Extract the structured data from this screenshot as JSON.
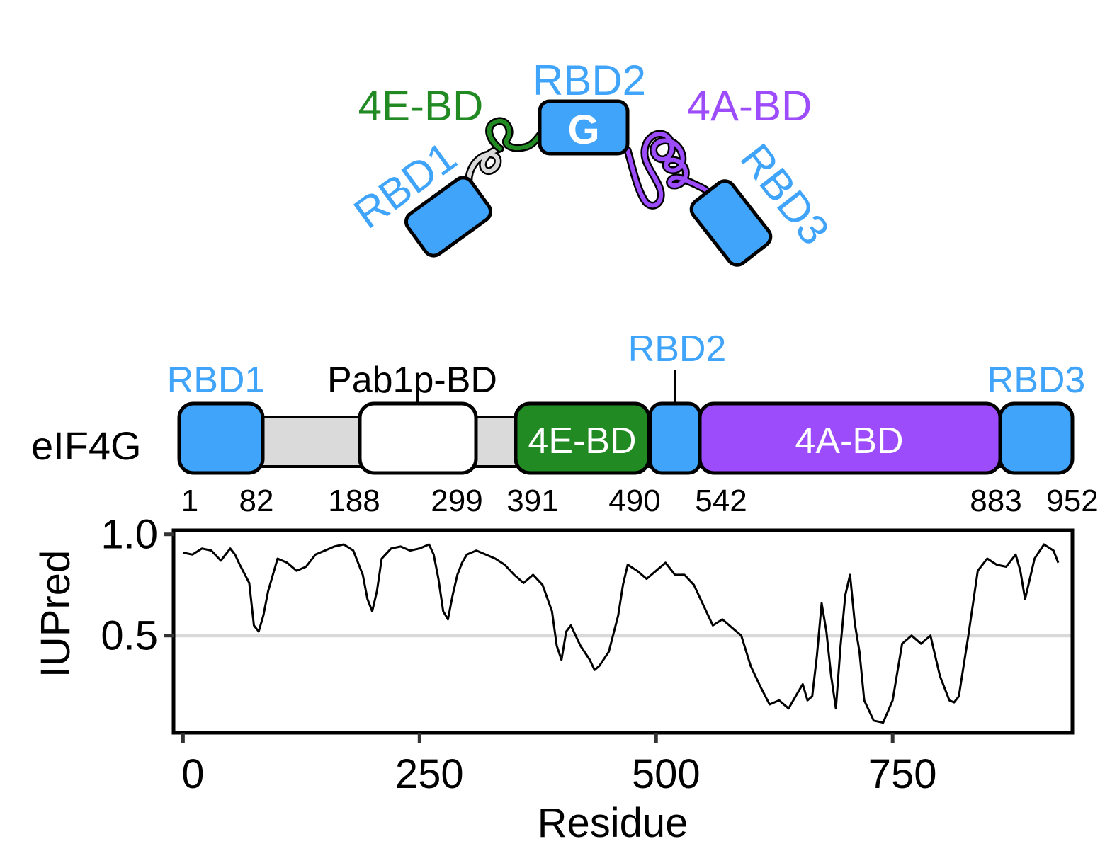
{
  "colors": {
    "rbd": "#3fa4fa",
    "eb": "#228a22",
    "ab": "#9c4cfb",
    "linker": "#dadada",
    "outline": "#000000",
    "white": "#ffffff"
  },
  "cartoon": {
    "rbd1": "RBD1",
    "rbd2": "RBD2",
    "rbd3": "RBD3",
    "g": "G",
    "eb": "4E-BD",
    "ab": "4A-BD"
  },
  "domain_map": {
    "protein": "eIF4G",
    "length": 952,
    "rbd1_label": "RBD1",
    "pab_label": "Pab1p-BD",
    "rbd2_label": "RBD2",
    "rbd3_label": "RBD3",
    "eb_label": "4E-BD",
    "ab_label": "4A-BD",
    "positions": [
      "1",
      "82",
      "188",
      "299",
      "391",
      "490",
      "542",
      "883",
      "952"
    ]
  },
  "chart_data": {
    "type": "line",
    "xlabel": "Residue",
    "ylabel": "IUPred",
    "xticks": [
      0,
      250,
      500,
      750
    ],
    "yticks": [
      0.5,
      1.0
    ],
    "ytick_labels": [
      "0.5",
      "1.0"
    ],
    "xlim": [
      -10,
      940
    ],
    "ylim": [
      0.02,
      1.02
    ],
    "reference_line": 0.5,
    "series": [
      {
        "x": [
          0,
          10,
          20,
          30,
          40,
          50,
          55,
          60,
          70,
          75,
          80,
          85,
          90,
          100,
          110,
          120,
          130,
          140,
          150,
          160,
          170,
          180,
          190,
          195,
          200,
          205,
          210,
          220,
          230,
          240,
          250,
          260,
          265,
          270,
          275,
          280,
          285,
          290,
          295,
          300,
          310,
          320,
          330,
          340,
          350,
          360,
          370,
          380,
          390,
          395,
          400,
          405,
          410,
          420,
          430,
          435,
          440,
          450,
          460,
          465,
          470,
          480,
          490,
          500,
          510,
          520,
          530,
          540,
          550,
          560,
          570,
          580,
          590,
          600,
          610,
          620,
          630,
          640,
          650,
          655,
          660,
          665,
          670,
          675,
          680,
          685,
          690,
          695,
          700,
          705,
          710,
          715,
          720,
          730,
          740,
          750,
          760,
          770,
          780,
          790,
          800,
          810,
          815,
          820,
          830,
          840,
          850,
          860,
          870,
          880,
          885,
          890,
          900,
          910,
          920,
          925
        ],
        "values": [
          0.91,
          0.9,
          0.93,
          0.92,
          0.87,
          0.93,
          0.9,
          0.85,
          0.76,
          0.55,
          0.52,
          0.6,
          0.72,
          0.88,
          0.86,
          0.82,
          0.84,
          0.9,
          0.92,
          0.94,
          0.95,
          0.92,
          0.8,
          0.68,
          0.62,
          0.72,
          0.88,
          0.93,
          0.94,
          0.92,
          0.93,
          0.95,
          0.9,
          0.78,
          0.62,
          0.58,
          0.7,
          0.8,
          0.86,
          0.9,
          0.92,
          0.9,
          0.88,
          0.85,
          0.8,
          0.76,
          0.8,
          0.75,
          0.62,
          0.45,
          0.38,
          0.52,
          0.55,
          0.45,
          0.38,
          0.33,
          0.35,
          0.42,
          0.6,
          0.75,
          0.85,
          0.82,
          0.78,
          0.82,
          0.86,
          0.8,
          0.8,
          0.75,
          0.65,
          0.55,
          0.58,
          0.54,
          0.5,
          0.35,
          0.25,
          0.16,
          0.18,
          0.14,
          0.22,
          0.26,
          0.18,
          0.2,
          0.4,
          0.66,
          0.52,
          0.3,
          0.14,
          0.45,
          0.7,
          0.8,
          0.56,
          0.42,
          0.18,
          0.08,
          0.07,
          0.18,
          0.46,
          0.5,
          0.46,
          0.5,
          0.3,
          0.18,
          0.17,
          0.2,
          0.5,
          0.82,
          0.88,
          0.85,
          0.84,
          0.9,
          0.82,
          0.68,
          0.88,
          0.95,
          0.92,
          0.86
        ]
      }
    ]
  }
}
